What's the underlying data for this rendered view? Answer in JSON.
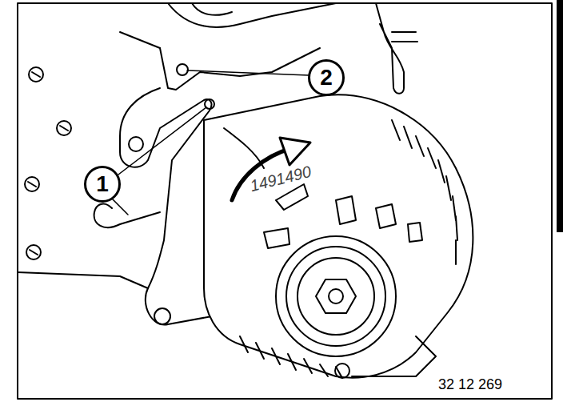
{
  "diagram": {
    "nodes": [
      {
        "text": [
          "1"
        ]
      },
      {
        "text": [
          "2"
        ]
      }
    ],
    "labels": [
      "1491490",
      "32 12 269"
    ]
  }
}
